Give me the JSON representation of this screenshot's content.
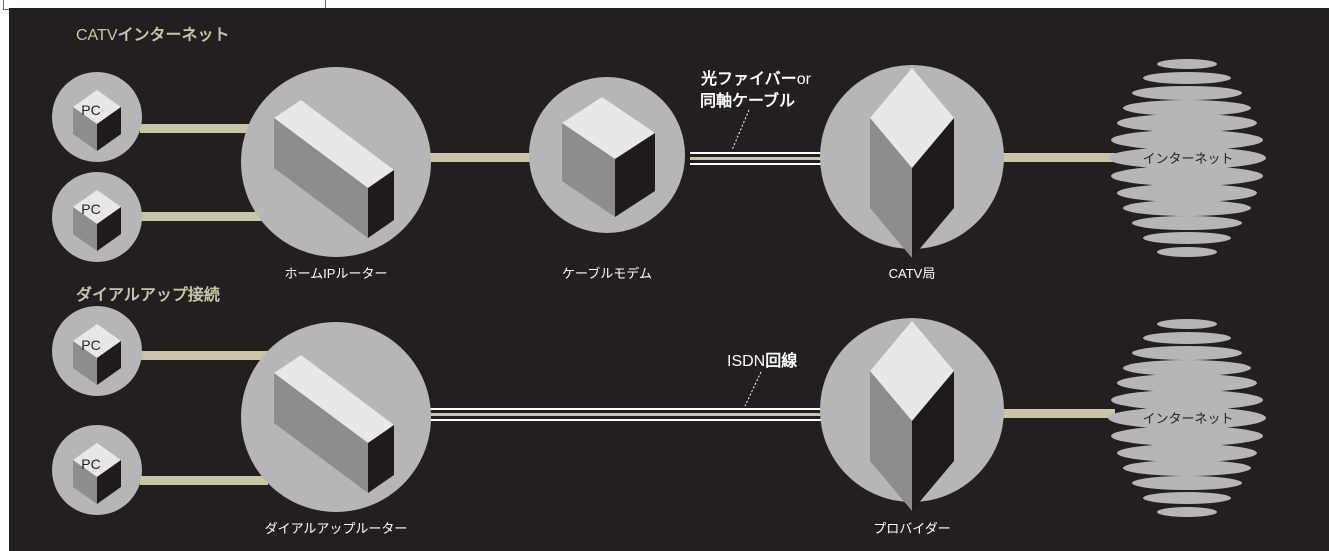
{
  "sections": {
    "catv": {
      "title_latin": "CATV",
      "title_jp": "インターネット",
      "pc_label": "PC",
      "router_label": "ホームIPルーター",
      "modem_label": "ケーブルモデム",
      "station_label": "CATV局",
      "internet_label": "インターネット",
      "cable_label_line1_jp": "光ファイバー",
      "cable_label_line1_latin": "or",
      "cable_label_line2": "同軸ケーブル"
    },
    "dialup": {
      "title": "ダイアルアップ接続",
      "pc_label": "PC",
      "router_label": "ダイアルアップルーター",
      "provider_label": "プロバイダー",
      "internet_label": "インターネット",
      "line_label_latin": "ISDN",
      "line_label_jp": "回線"
    }
  },
  "colors": {
    "background": "#231f20",
    "node_circle": "#b6b5b8",
    "link_line": "#c8c6a7",
    "cube_top": "#e8e8e9",
    "cube_left": "#8d8d8f",
    "cube_right": "#1f1b1c",
    "title_accent": "#c8c6a7",
    "text_light": "#ffffff"
  }
}
